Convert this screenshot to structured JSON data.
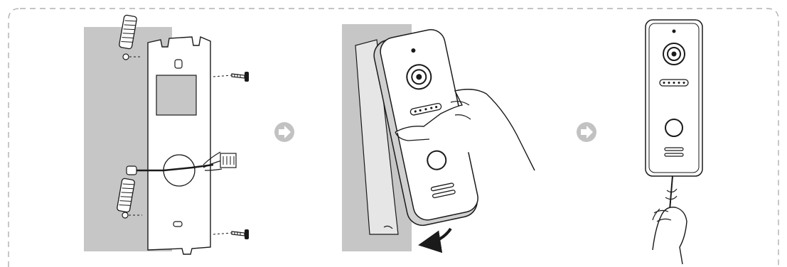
{
  "diagram": {
    "steps": [
      {
        "id": "step-1-mount-plate"
      },
      {
        "id": "step-2-attach-unit"
      },
      {
        "id": "step-3-secure-screw"
      }
    ],
    "connectors": [
      "next-step-arrow",
      "next-step-arrow"
    ],
    "colors": {
      "wall": "#c6c6c6",
      "stroke": "#1a1a1a",
      "arrow_circle": "#c2c2c2",
      "border_dash": "#b0b0b0",
      "device_face": "#ffffff",
      "device_side": "#d0d0d0"
    },
    "icons": [
      "wall-anchor-icon",
      "screw-icon",
      "mounting-plate-icon",
      "doorbell-unit-icon",
      "hand-icon",
      "arrow-right-circle-icon",
      "rotate-arrow-icon",
      "screwdriver-icon"
    ]
  }
}
